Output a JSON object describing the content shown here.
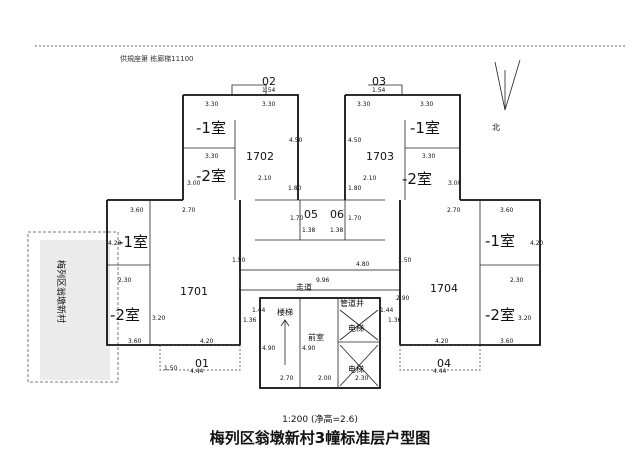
{
  "header_note": "供規座第  栋廊梯11100",
  "stamp_text": "梅列区翁墩新村",
  "north_label": "北",
  "units": {
    "u1701": "1701",
    "u1702": "1702",
    "u1703": "1703",
    "u1704": "1704"
  },
  "rooms": {
    "one_room": "-1室",
    "two_room": "-2室"
  },
  "unit_numbers": {
    "n01": "01",
    "n02": "02",
    "n03": "03",
    "n04": "04",
    "n05": "05",
    "n06": "06"
  },
  "areas": {
    "corridor": "走道",
    "stair": "楼梯",
    "front_room": "前室",
    "pipe_shaft": "管道井",
    "elevator": "电梯"
  },
  "dimensions": {
    "d154": "1.54",
    "d330": "3.30",
    "d450": "4.50",
    "d300": "3.00",
    "d180": "1.80",
    "d210": "2.10",
    "d360": "3.60",
    "d270": "2.70",
    "d420": "4.20",
    "d230": "2.30",
    "d320": "3.20",
    "d170": "1.70",
    "d138": "1.38",
    "d150": "1.50",
    "d480": "4.80",
    "d996": "9.96",
    "d136": "1.36",
    "d144": "1.44",
    "d290": "2.90",
    "d490": "4.90",
    "d200": "2.00",
    "d444": "4.44"
  },
  "scale_text": "1:200 (净高=2.6)",
  "title": "梅列区翁墩新村3幢标准层户型图"
}
